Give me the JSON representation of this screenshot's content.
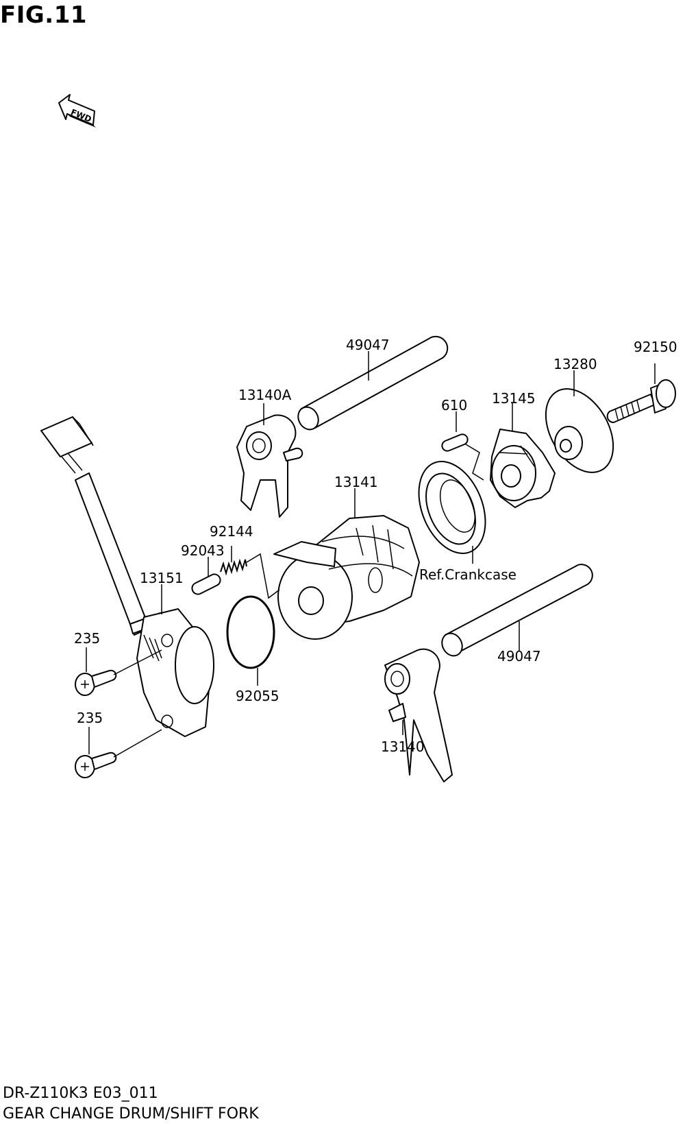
{
  "figure": {
    "title": "FIG.11",
    "fwd_label": "FWD"
  },
  "callouts": {
    "c_49047_top": "49047",
    "c_92150": "92150",
    "c_13280": "13280",
    "c_13140A": "13140A",
    "c_610": "610",
    "c_13145": "13145",
    "c_13141": "13141",
    "c_92144": "92144",
    "c_92043": "92043",
    "c_13151": "13151",
    "c_ref_crankcase": "Ref.Crankcase",
    "c_235_top": "235",
    "c_235_bottom": "235",
    "c_92055": "92055",
    "c_49047_bottom": "49047",
    "c_13140": "13140"
  },
  "footer": {
    "model": "DR-Z110K3 E03_011",
    "name": "GEAR CHANGE DRUM/SHIFT FORK"
  }
}
